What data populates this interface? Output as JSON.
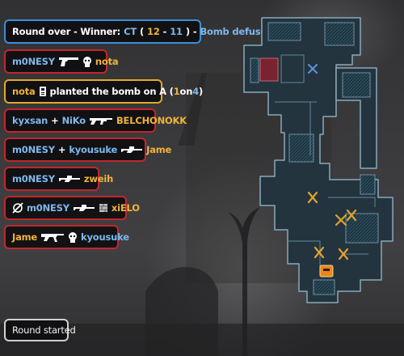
{
  "round_over": {
    "prefix": "Round over - Winner: ",
    "team": "CT",
    "paren_open": " (",
    "score_ct": "12",
    "dash": " - ",
    "score_t": "11",
    "paren_close": ")",
    "separator": " - ",
    "reason": "Bomb defused"
  },
  "bomb_plant": {
    "player": "nota",
    "text": "planted the bomb on A (",
    "count_a": "1",
    "on": "on",
    "count_b": "4",
    "close": ")"
  },
  "kills": [
    {
      "attacker": "m0NESY",
      "attacker_team": "ct",
      "weapon": "pistol-icon",
      "extra_icon": "headshot-icon",
      "victim": "nota",
      "victim_team": "t"
    },
    {
      "attacker": "kyxsan",
      "attacker_team": "ct",
      "assist": "NiKo",
      "assist_team": "ct",
      "plus": "+",
      "weapon": "rifle-icon",
      "victim": "BELCHONOKK",
      "victim_team": "t"
    },
    {
      "attacker": "m0NESY",
      "attacker_team": "ct",
      "assist": "kyousuke",
      "assist_team": "ct",
      "plus": "+",
      "weapon": "sniper-icon",
      "victim": "Jame",
      "victim_team": "t"
    },
    {
      "attacker": "m0NESY",
      "attacker_team": "ct",
      "weapon": "sniper-icon",
      "victim": "zweih",
      "victim_team": "t"
    },
    {
      "attacker": "m0NESY",
      "attacker_team": "ct",
      "prefix_icon": "noscope-icon",
      "weapon": "sniper-icon",
      "extra_icon": "wallbang-icon",
      "victim": "xiELO",
      "victim_team": "t"
    },
    {
      "attacker": "Jame",
      "attacker_team": "t",
      "weapon": "ak-icon",
      "extra_icon": "headshot-icon",
      "victim": "kyousuke",
      "victim_team": "ct"
    }
  ],
  "round_started": "Round started",
  "colors": {
    "ct": "#7fb8ec",
    "t": "#f0b33a",
    "kill_border": "#c3262c",
    "win_border": "#3a8fd8",
    "bomb_border": "#e2a827"
  },
  "minimap": {
    "map_icon": "radar-minimap",
    "markers": [
      "dead-ct-marker",
      "dead-t-marker",
      "bomb-marker"
    ]
  }
}
